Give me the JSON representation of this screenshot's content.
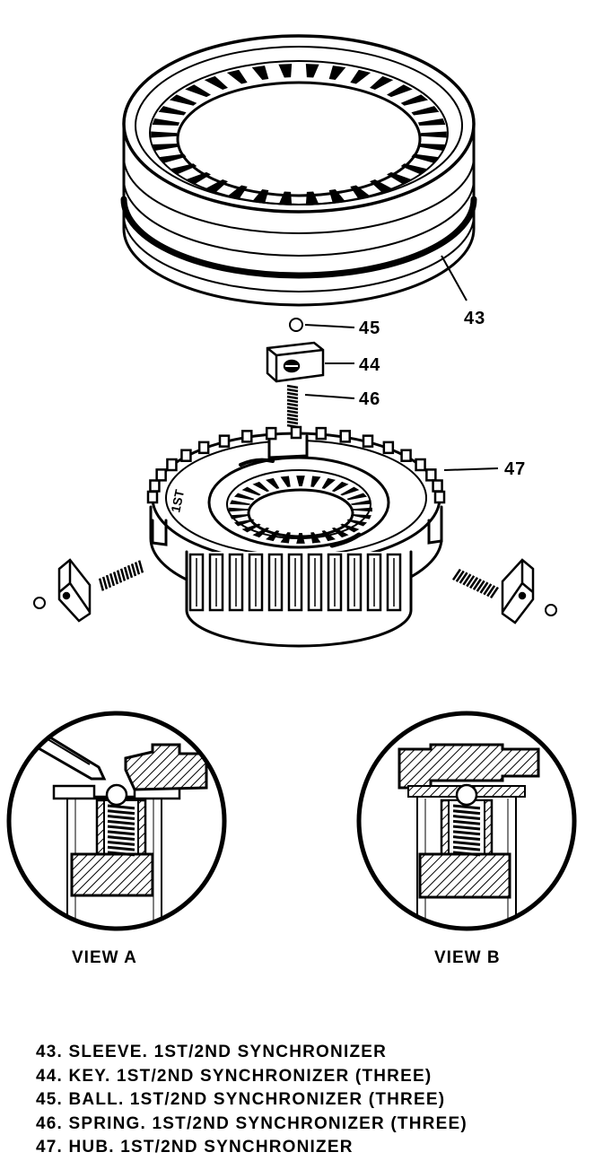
{
  "callouts": {
    "c43": "43",
    "c44": "44",
    "c45": "45",
    "c46": "46",
    "c47": "47"
  },
  "views": {
    "a": "VIEW A",
    "b": "VIEW B"
  },
  "hub_marking": "1ST",
  "legend": [
    "43. SLEEVE. 1ST/2ND SYNCHRONIZER",
    "44. KEY. 1ST/2ND SYNCHRONIZER (THREE)",
    "45. BALL. 1ST/2ND SYNCHRONIZER (THREE)",
    "46. SPRING. 1ST/2ND SYNCHRONIZER (THREE)",
    "47. HUB. 1ST/2ND SYNCHRONIZER"
  ]
}
